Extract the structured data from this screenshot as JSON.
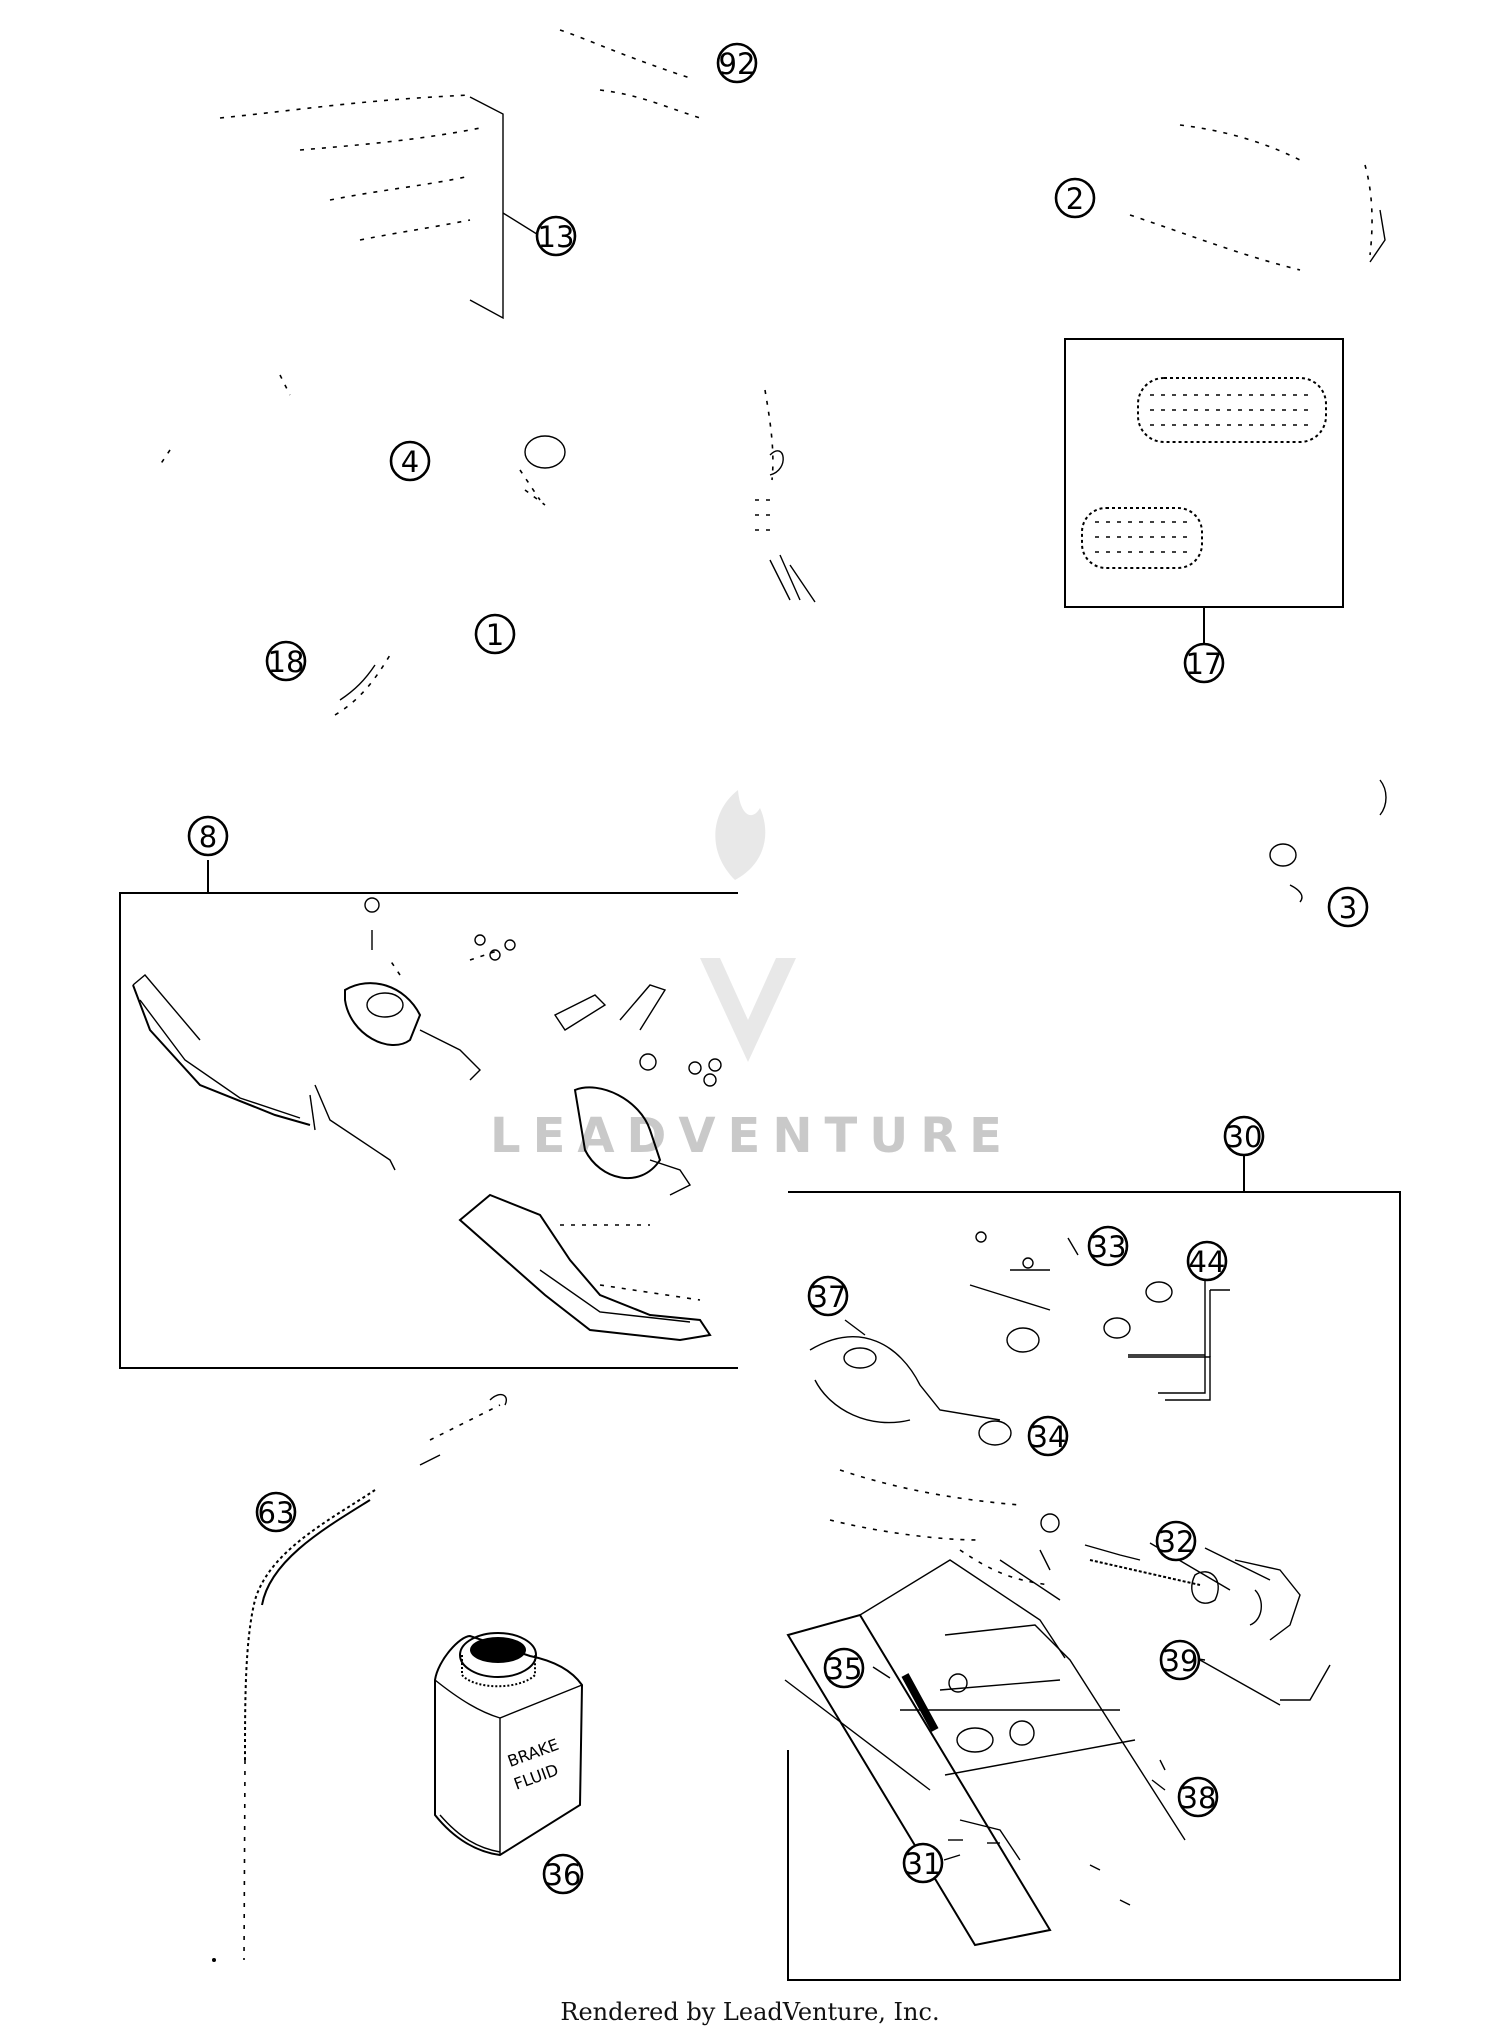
{
  "diagram": {
    "callouts": [
      "92",
      "13",
      "2",
      "4",
      "1",
      "18",
      "17",
      "8",
      "3",
      "30",
      "33",
      "44",
      "37",
      "34",
      "32",
      "39",
      "35",
      "38",
      "31",
      "63",
      "36"
    ],
    "fluid_label_line1": "BRAKE",
    "fluid_label_line2": "FLUID"
  },
  "watermark": {
    "text": "LEADVENTURE"
  },
  "footer": {
    "text": "Rendered by LeadVenture, Inc."
  }
}
